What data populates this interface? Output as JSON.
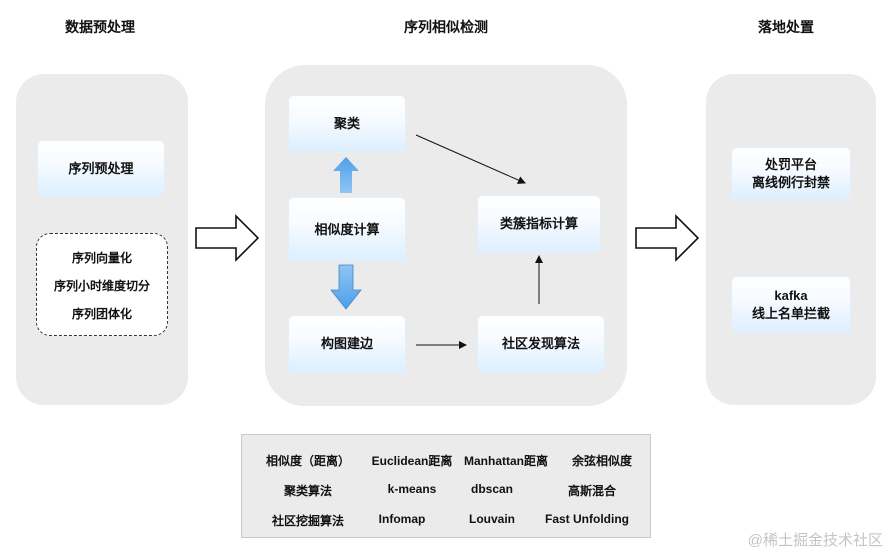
{
  "columns": {
    "preprocess": {
      "title": "数据预处理"
    },
    "detect": {
      "title": "序列相似检测"
    },
    "action": {
      "title": "落地处置"
    }
  },
  "preprocess": {
    "node": "序列预处理",
    "items": [
      "序列向量化",
      "序列小时维度切分",
      "序列团体化"
    ]
  },
  "detect": {
    "clustering": "聚类",
    "similarity": "相似度计算",
    "graph": "构图建边",
    "cluster_metrics": "类簇指标计算",
    "community": "社区发现算法"
  },
  "action": {
    "offline": "处罚平台\n离线例行封禁",
    "online": "kafka\n线上名单拦截"
  },
  "glossary": {
    "rows": [
      [
        "相似度（距离）",
        "Euclidean距离",
        "Manhattan距离",
        "余弦相似度"
      ],
      [
        "聚类算法",
        "k-means",
        "dbscan",
        "高斯混合"
      ],
      [
        "社区挖掘算法",
        "Infomap",
        "Louvain",
        "Fast Unfolding"
      ]
    ]
  },
  "watermark": "@稀土掘金技术社区",
  "colors": {
    "panel": "#ebebeb",
    "node_gradient_top": "#ffffff",
    "node_gradient_bottom": "#dceeff",
    "block_arrow_blue": "#5aa9ef"
  }
}
